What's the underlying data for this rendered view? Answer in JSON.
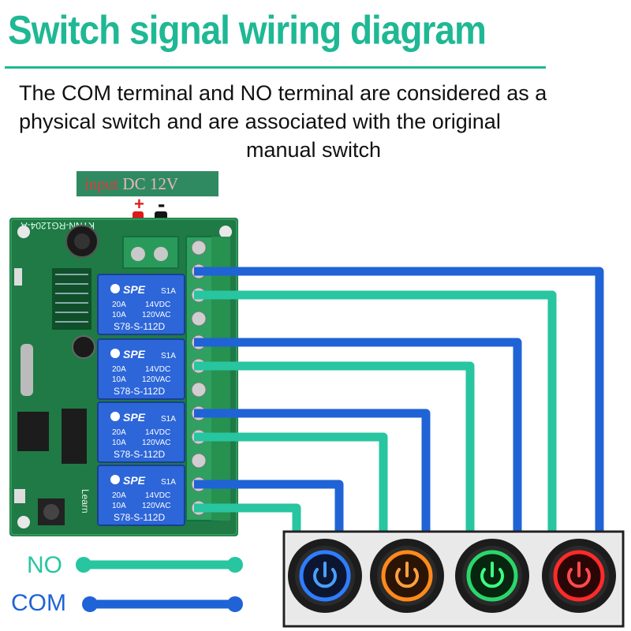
{
  "title": "Switch signal wiring diagram",
  "description": {
    "line1": "The COM terminal and NO terminal are considered as a",
    "line2": "physical switch and are associated with the original",
    "line3": "manual switch"
  },
  "power_input": {
    "label_input": "input",
    "label_voltage": "DC 12V",
    "plus": "+",
    "minus": "-"
  },
  "board": {
    "model": "KTNN-RG1204-A",
    "learn_label": "Learn",
    "relays": [
      {
        "brand": "SPE",
        "code": "S1A",
        "rating1": "20A",
        "rating1b": "14VDC",
        "rating2": "10A",
        "rating2b": "120VAC",
        "model": "S78-S-112D"
      },
      {
        "brand": "SPE",
        "code": "S1A",
        "rating1": "20A",
        "rating1b": "14VDC",
        "rating2": "10A",
        "rating2b": "120VAC",
        "model": "S78-S-112D"
      },
      {
        "brand": "SPE",
        "code": "S1A",
        "rating1": "20A",
        "rating1b": "14VDC",
        "rating2": "10A",
        "rating2b": "120VAC",
        "model": "S78-S-112D"
      },
      {
        "brand": "SPE",
        "code": "S1A",
        "rating1": "20A",
        "rating1b": "14VDC",
        "rating2": "10A",
        "rating2b": "120VAC",
        "model": "S78-S-112D"
      }
    ]
  },
  "switches": [
    {
      "glow": "blue",
      "color": "#2f7dff"
    },
    {
      "glow": "orange",
      "color": "#ff8a1a"
    },
    {
      "glow": "green",
      "color": "#2bd66b"
    },
    {
      "glow": "red",
      "color": "#ff2a2a"
    }
  ],
  "legend": {
    "no_label": "NO",
    "com_label": "COM",
    "no_color": "#27c5a0",
    "com_color": "#1f63d6"
  }
}
